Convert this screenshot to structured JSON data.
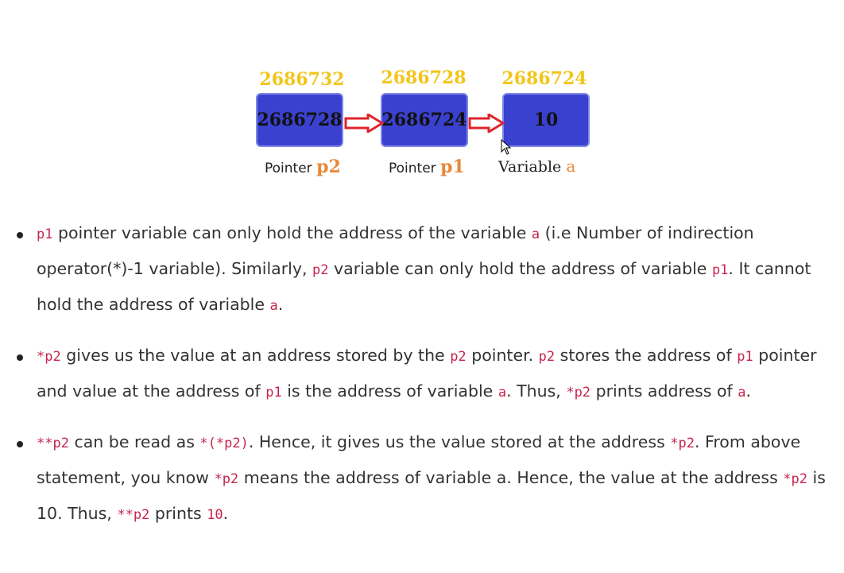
{
  "diagram": {
    "addresses": [
      "2686732",
      "2686728",
      "2686724"
    ],
    "box_values": [
      "2686728",
      "2686724",
      "10"
    ],
    "captions": [
      {
        "word": "Pointer",
        "var": "p2"
      },
      {
        "word": "Pointer",
        "var": "p1"
      },
      {
        "word": "Variable",
        "var": "a"
      }
    ],
    "colors": {
      "address": "#f2c519",
      "box": "#3a41cf",
      "arrow": "#e0242b",
      "var": "#e8883a",
      "code": "#c7254e"
    }
  },
  "notes": [
    {
      "parts": [
        {
          "code": "p1"
        },
        {
          "text": " pointer variable can only hold the address of the variable "
        },
        {
          "code": "a"
        },
        {
          "text": " (i.e Number of indirection operator(*)-1 variable). Similarly, "
        },
        {
          "code": "p2"
        },
        {
          "text": " variable can only hold the address of variable "
        },
        {
          "code": "p1"
        },
        {
          "text": ". It cannot hold the address of variable "
        },
        {
          "code": "a"
        },
        {
          "text": "."
        }
      ]
    },
    {
      "parts": [
        {
          "code": "*p2"
        },
        {
          "text": " gives us the value at an address stored by the "
        },
        {
          "code": "p2"
        },
        {
          "text": " pointer. "
        },
        {
          "code": "p2"
        },
        {
          "text": " stores the address of "
        },
        {
          "code": "p1"
        },
        {
          "text": " pointer and value at the address of "
        },
        {
          "code": "p1"
        },
        {
          "text": " is the address of variable "
        },
        {
          "code": "a"
        },
        {
          "text": ". Thus, "
        },
        {
          "code": "*p2"
        },
        {
          "text": " prints address of "
        },
        {
          "code": "a"
        },
        {
          "text": "."
        }
      ]
    },
    {
      "parts": [
        {
          "code": "**p2"
        },
        {
          "text": " can be read as "
        },
        {
          "code": "*(*p2)"
        },
        {
          "text": ". Hence, it gives us the value stored at the address "
        },
        {
          "code": "*p2"
        },
        {
          "text": ". From above statement, you know "
        },
        {
          "code": "*p2"
        },
        {
          "text": " means the address of variable a. Hence, the value at the address "
        },
        {
          "code": "*p2"
        },
        {
          "text": " is 10. Thus, "
        },
        {
          "code": "**p2"
        },
        {
          "text": " prints "
        },
        {
          "code": "10"
        },
        {
          "text": "."
        }
      ]
    }
  ]
}
